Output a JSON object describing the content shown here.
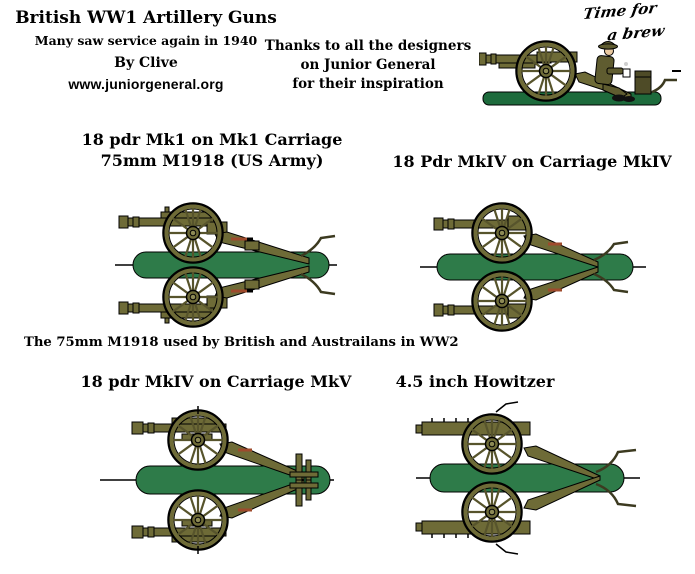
{
  "header": {
    "title": "British WW1 Artillery Guns",
    "subtitle": "Many saw service again in 1940",
    "byline": "By Clive",
    "website": "www.juniorgeneral.org",
    "thanks": [
      "Thanks to all the designers",
      "on Junior General",
      "for their inspiration"
    ],
    "brew": [
      "Time for",
      "a brew"
    ]
  },
  "note": "The 75mm M1918 used by British and Austrailans in WW2",
  "guns": [
    {
      "label": "18 pdr Mk1 on Mk1 Carriage",
      "label2": "75mm M1918 (US Army)"
    },
    {
      "label": "18 Pdr MkIV on Carriage MkIV"
    },
    {
      "label": "18 pdr MkIV on Carriage MkV"
    },
    {
      "label": "4.5 inch Howitzer"
    }
  ],
  "icons": {
    "gun_sprites": [
      "gun-sprite-18pdr-mk1",
      "gun-sprite-18pdr-mkiv",
      "gun-sprite-18pdr-mkv",
      "gun-sprite-45in-howitzer"
    ],
    "cartoon": "soldier-tea-break-cartoon"
  },
  "colors": {
    "olive": "#6e6b37",
    "olive_dark": "#4e4b27",
    "spoke": "#57542c",
    "base_green": "#2e7b49",
    "ground_green": "#1d6b3c",
    "accent_red": "#9e4a2c",
    "skin": "#e9c9a0",
    "ink": "#000000",
    "background": "#ffffff"
  }
}
